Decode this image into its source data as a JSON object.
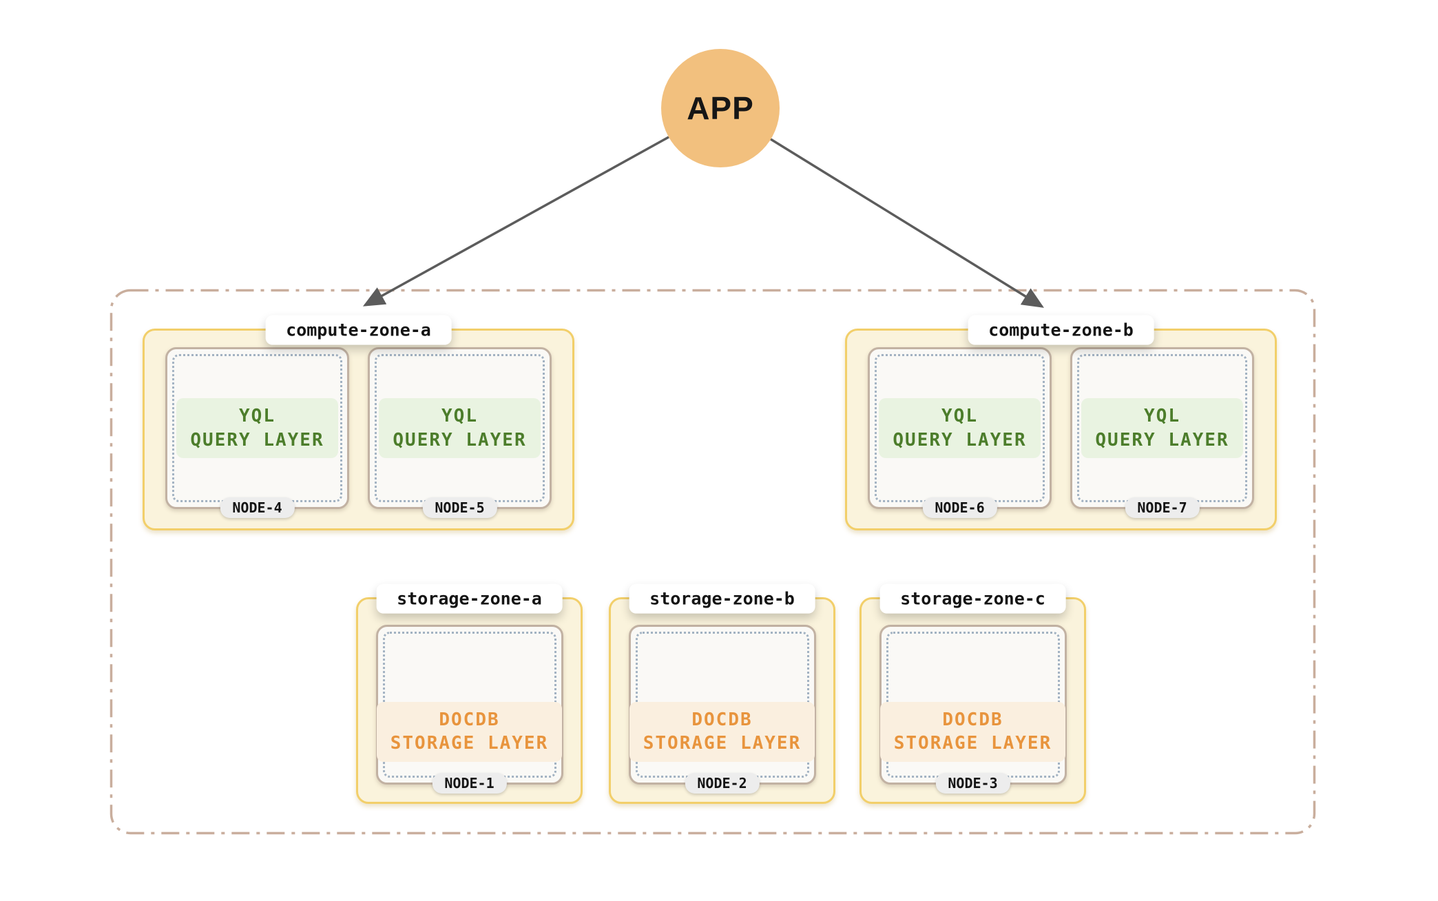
{
  "app": {
    "label": "APP"
  },
  "colors": {
    "app_circle": "#F2C07E",
    "arrow": "#5C5C5C",
    "cluster_dashed_border": "#C9AE9D",
    "zone_border": "#F2CF6A",
    "zone_fill": "#FAF3DC",
    "node_border": "#C2B2A3",
    "node_fill": "#FAF9F6",
    "node_dotted_inner": "#A2B2C2",
    "query_layer_text": "#4C7D2B",
    "query_layer_fill": "#E9F3E1",
    "storage_layer_text": "#E8943D",
    "storage_layer_fill": "#FAEFDF",
    "node_pill_fill": "#EDEDED"
  },
  "cluster": {
    "compute_zones": [
      {
        "label": "compute-zone-a",
        "nodes": [
          {
            "name": "NODE-4",
            "layer": {
              "line1": "YQL",
              "line2": "QUERY LAYER"
            }
          },
          {
            "name": "NODE-5",
            "layer": {
              "line1": "YQL",
              "line2": "QUERY LAYER"
            }
          }
        ]
      },
      {
        "label": "compute-zone-b",
        "nodes": [
          {
            "name": "NODE-6",
            "layer": {
              "line1": "YQL",
              "line2": "QUERY LAYER"
            }
          },
          {
            "name": "NODE-7",
            "layer": {
              "line1": "YQL",
              "line2": "QUERY LAYER"
            }
          }
        ]
      }
    ],
    "storage_zones": [
      {
        "label": "storage-zone-a",
        "nodes": [
          {
            "name": "NODE-1",
            "layer": {
              "line1": "DOCDB",
              "line2": "STORAGE LAYER"
            }
          }
        ]
      },
      {
        "label": "storage-zone-b",
        "nodes": [
          {
            "name": "NODE-2",
            "layer": {
              "line1": "DOCDB",
              "line2": "STORAGE LAYER"
            }
          }
        ]
      },
      {
        "label": "storage-zone-c",
        "nodes": [
          {
            "name": "NODE-3",
            "layer": {
              "line1": "DOCDB",
              "line2": "STORAGE LAYER"
            }
          }
        ]
      }
    ]
  }
}
